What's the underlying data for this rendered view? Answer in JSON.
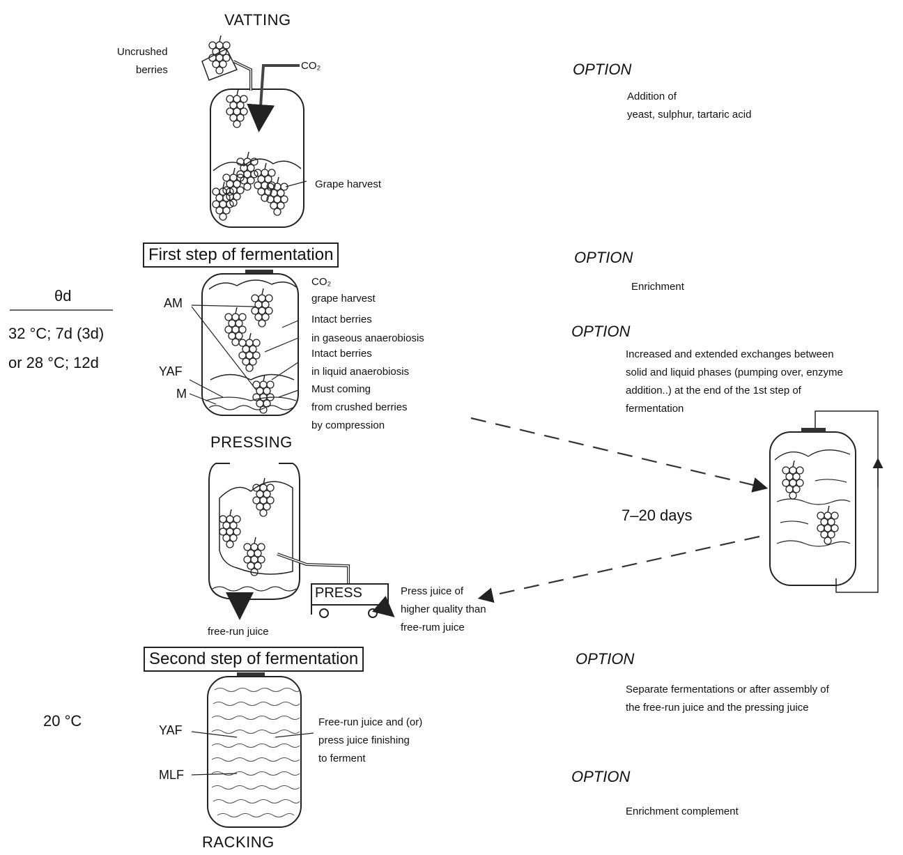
{
  "stages": {
    "vatting": "VATTING",
    "pressing": "PRESSING",
    "racking": "RACKING",
    "first_step": "First step of fermentation",
    "second_step": "Second step of fermentation",
    "press": "PRESS"
  },
  "labels": {
    "uncrushed_berries_1": "Uncrushed",
    "uncrushed_berries_2": "berries",
    "co2_top": "CO₂",
    "grape_harvest": "Grape harvest",
    "co2_first": "CO₂",
    "grape_harvest_first": "grape harvest",
    "intact_gaseous_1": "Intact berries",
    "intact_gaseous_2": "in gaseous anaerobiosis",
    "intact_liquid_1": "Intact berries",
    "intact_liquid_2": "in liquid anaerobiosis",
    "must_1": "Must coming",
    "must_2": "from crushed berries",
    "must_3": "by compression",
    "am": "AM",
    "yaf_first": "YAF",
    "m": "M",
    "free_run": "free-run juice",
    "press_juice_1": "Press juice of",
    "press_juice_2": "higher quality than",
    "press_juice_3": "free-rum juice",
    "yaf_second": "YAF",
    "mlf": "MLF",
    "finish_1": "Free-run juice and (or)",
    "finish_2": "press juice finishing",
    "finish_3": "to ferment"
  },
  "conditions": {
    "theta": "θd",
    "first_line1": "32 °C; 7d (3d)",
    "first_line2": "or 28 °C; 12d",
    "second": "20 °C",
    "days": "7–20 days"
  },
  "options": [
    {
      "title": "OPTION",
      "lines": [
        "Addition of",
        "yeast, sulphur, tartaric acid"
      ]
    },
    {
      "title": "OPTION",
      "lines": [
        "Enrichment"
      ]
    },
    {
      "title": "OPTION",
      "lines": [
        "Increased and extended exchanges between",
        "solid and liquid phases (pumping over, enzyme",
        "addition..) at the end of the 1st step of",
        "fermentation"
      ]
    },
    {
      "title": "OPTION",
      "lines": [
        "Separate fermentations or after assembly of",
        "the free-run juice and the pressing juice"
      ]
    },
    {
      "title": "OPTION",
      "lines": [
        "Enrichment complement"
      ]
    }
  ]
}
